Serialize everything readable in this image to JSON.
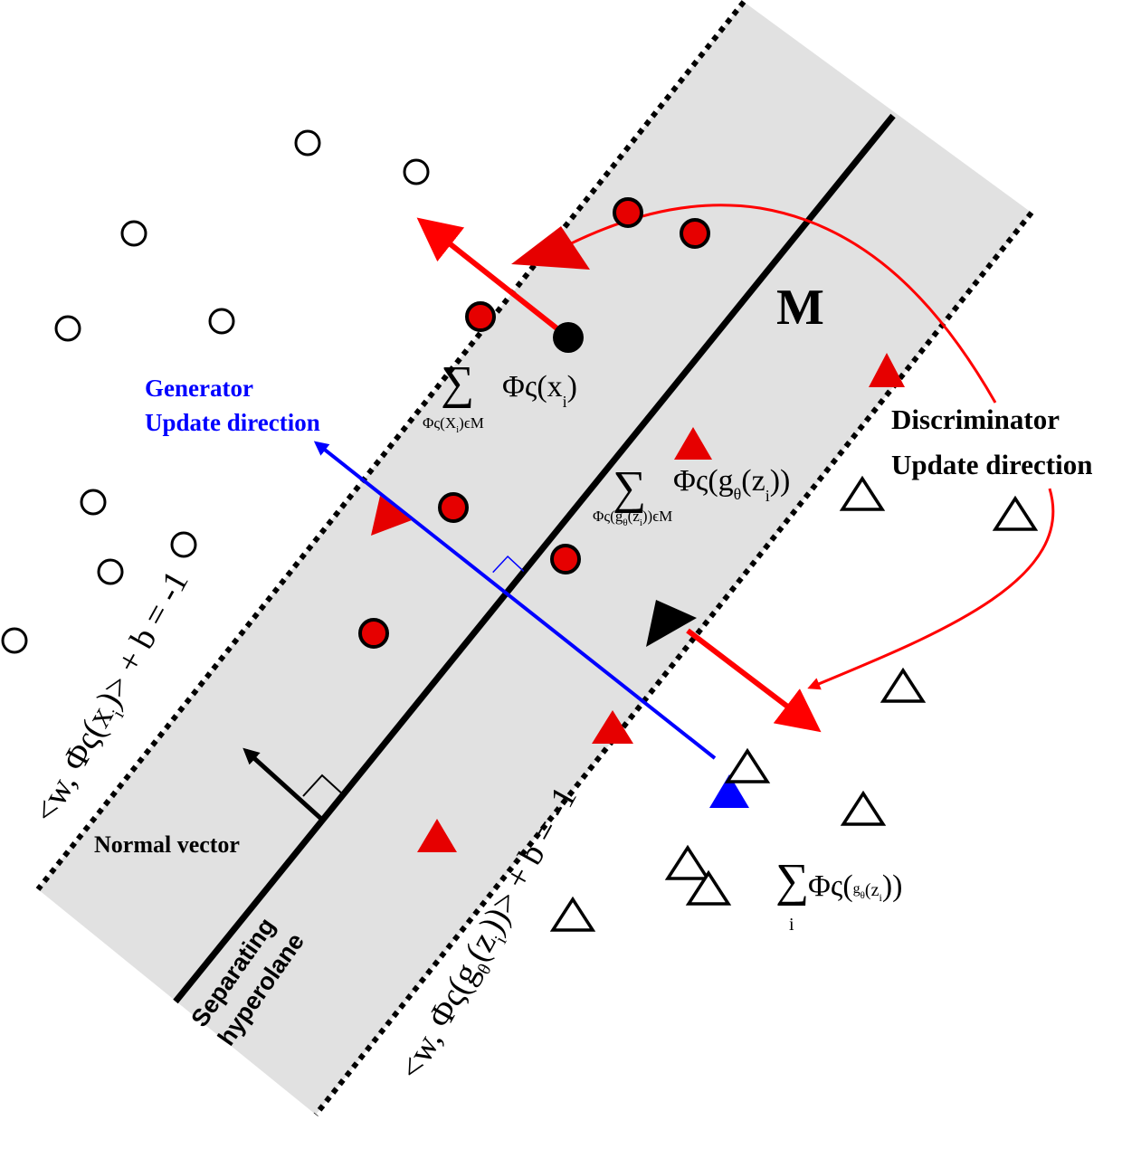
{
  "labels": {
    "margin_region": "M",
    "generator_title_1": "Generator",
    "generator_title_2": "Update direction",
    "discriminator_title_1": "Discriminator",
    "discriminator_title_2": "Update direction",
    "normal_vector": "Normal vector",
    "hyperplane_1": "Separating",
    "hyperplane_2": "hyperolane",
    "sum_real": {
      "sum": "∑",
      "body": "Φς(x",
      "sub": "i",
      "close": ")",
      "under": "Φς(X",
      "under_sub": "i",
      "under_rest": ")ϵM"
    },
    "sum_fake_margin": {
      "sum": "∑",
      "body": "Φς(g",
      "theta": "θ",
      "mid": "(z",
      "sub": "i",
      "close": "))",
      "under": "Φς(g",
      "under_theta": "θ",
      "under_mid": "(z",
      "under_sub": "i",
      "under_rest": "))ϵM"
    },
    "sum_fake_all": {
      "sum": "∑",
      "under": "i",
      "body": "Φς(",
      "g": "g",
      "theta": "θ",
      "mid": "(z",
      "sub": "i",
      "close": "))"
    },
    "constraint_left": {
      "a": "<w, Φς(x",
      "sub": "i",
      "b": ")> + b = -1"
    },
    "constraint_right": {
      "a": "<w, Φς(g",
      "theta": "θ",
      "mid": "(z",
      "sub": "i",
      "b": "))> + b = -1"
    }
  },
  "colors": {
    "margin_fill": "#e1e1e1",
    "real_inside": "#e60000",
    "fake_inside": "#e60000",
    "generator_arrow": "#0000ff",
    "discriminator_arrow": "#ff0000",
    "outline": "#000000"
  }
}
